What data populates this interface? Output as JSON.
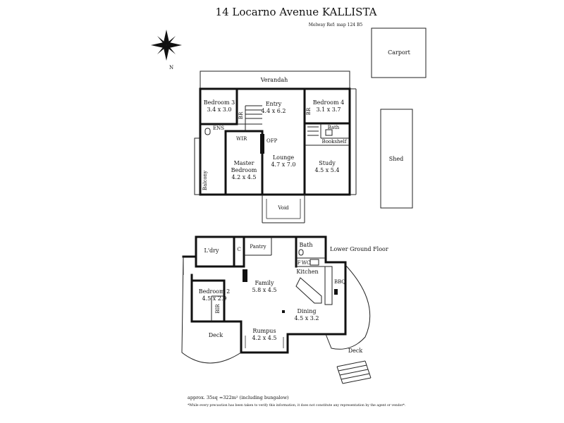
{
  "header": {
    "title": "14 Locarno Avenue KALLISTA",
    "melway_ref": "Melway Ref: map 124 B5"
  },
  "compass": {
    "north_label": "N"
  },
  "upper_floor": {
    "verandah": "Verandah",
    "void": "Void",
    "ofp": "OFP",
    "rooms": {
      "bedroom3": {
        "name": "Bedroom 3",
        "size": "3.4 x 3.0"
      },
      "entry": {
        "name": "Entry",
        "size": "4.4 x 6.2"
      },
      "bedroom4": {
        "name": "Bedroom 4",
        "size": "3.1 x 3.7"
      },
      "lounge": {
        "name": "Lounge",
        "size": "4.7 x 7.0"
      },
      "master": {
        "name": "Master",
        "name2": "Bedroom",
        "size": "4.2 x 4.5"
      },
      "study": {
        "name": "Study",
        "size": "4.5 x 5.4"
      }
    },
    "small": {
      "br_left": "BR",
      "br_right": "BR",
      "ens": "ENS",
      "wir": "WIR",
      "bath": "Bath",
      "bookshelf": "Bookshelf",
      "balcony": "Balcony"
    }
  },
  "outbuildings": {
    "carport": "Carport",
    "shed": "Shed"
  },
  "lower_floor": {
    "title": "Lower Ground Floor",
    "rooms": {
      "ldry": "L'dry",
      "c": "C",
      "pantry": "Pantry",
      "bath": "Bath",
      "f": "F",
      "wc": "WC",
      "kitchen": "Kitchen",
      "bbq": "BBQ",
      "family": {
        "name": "Family",
        "size": "5.8 x 4.5"
      },
      "bedroom2": {
        "name": "Bedroom 2",
        "size": "4.5 x 2.9"
      },
      "bir": "BIR",
      "dining": {
        "name": "Dining",
        "size": "4.5 x 3.2"
      },
      "rumpus": {
        "name": "Rumpus",
        "size": "4.2 x 4.5"
      },
      "deck_left": "Deck",
      "deck_right": "Deck"
    }
  },
  "footer": {
    "area": "approx. 35sq =322m² (including bungalow)",
    "disclaimer": "*While every precaution has been taken to verify this information, it does not constitute any representation by the agent or vendor*."
  }
}
